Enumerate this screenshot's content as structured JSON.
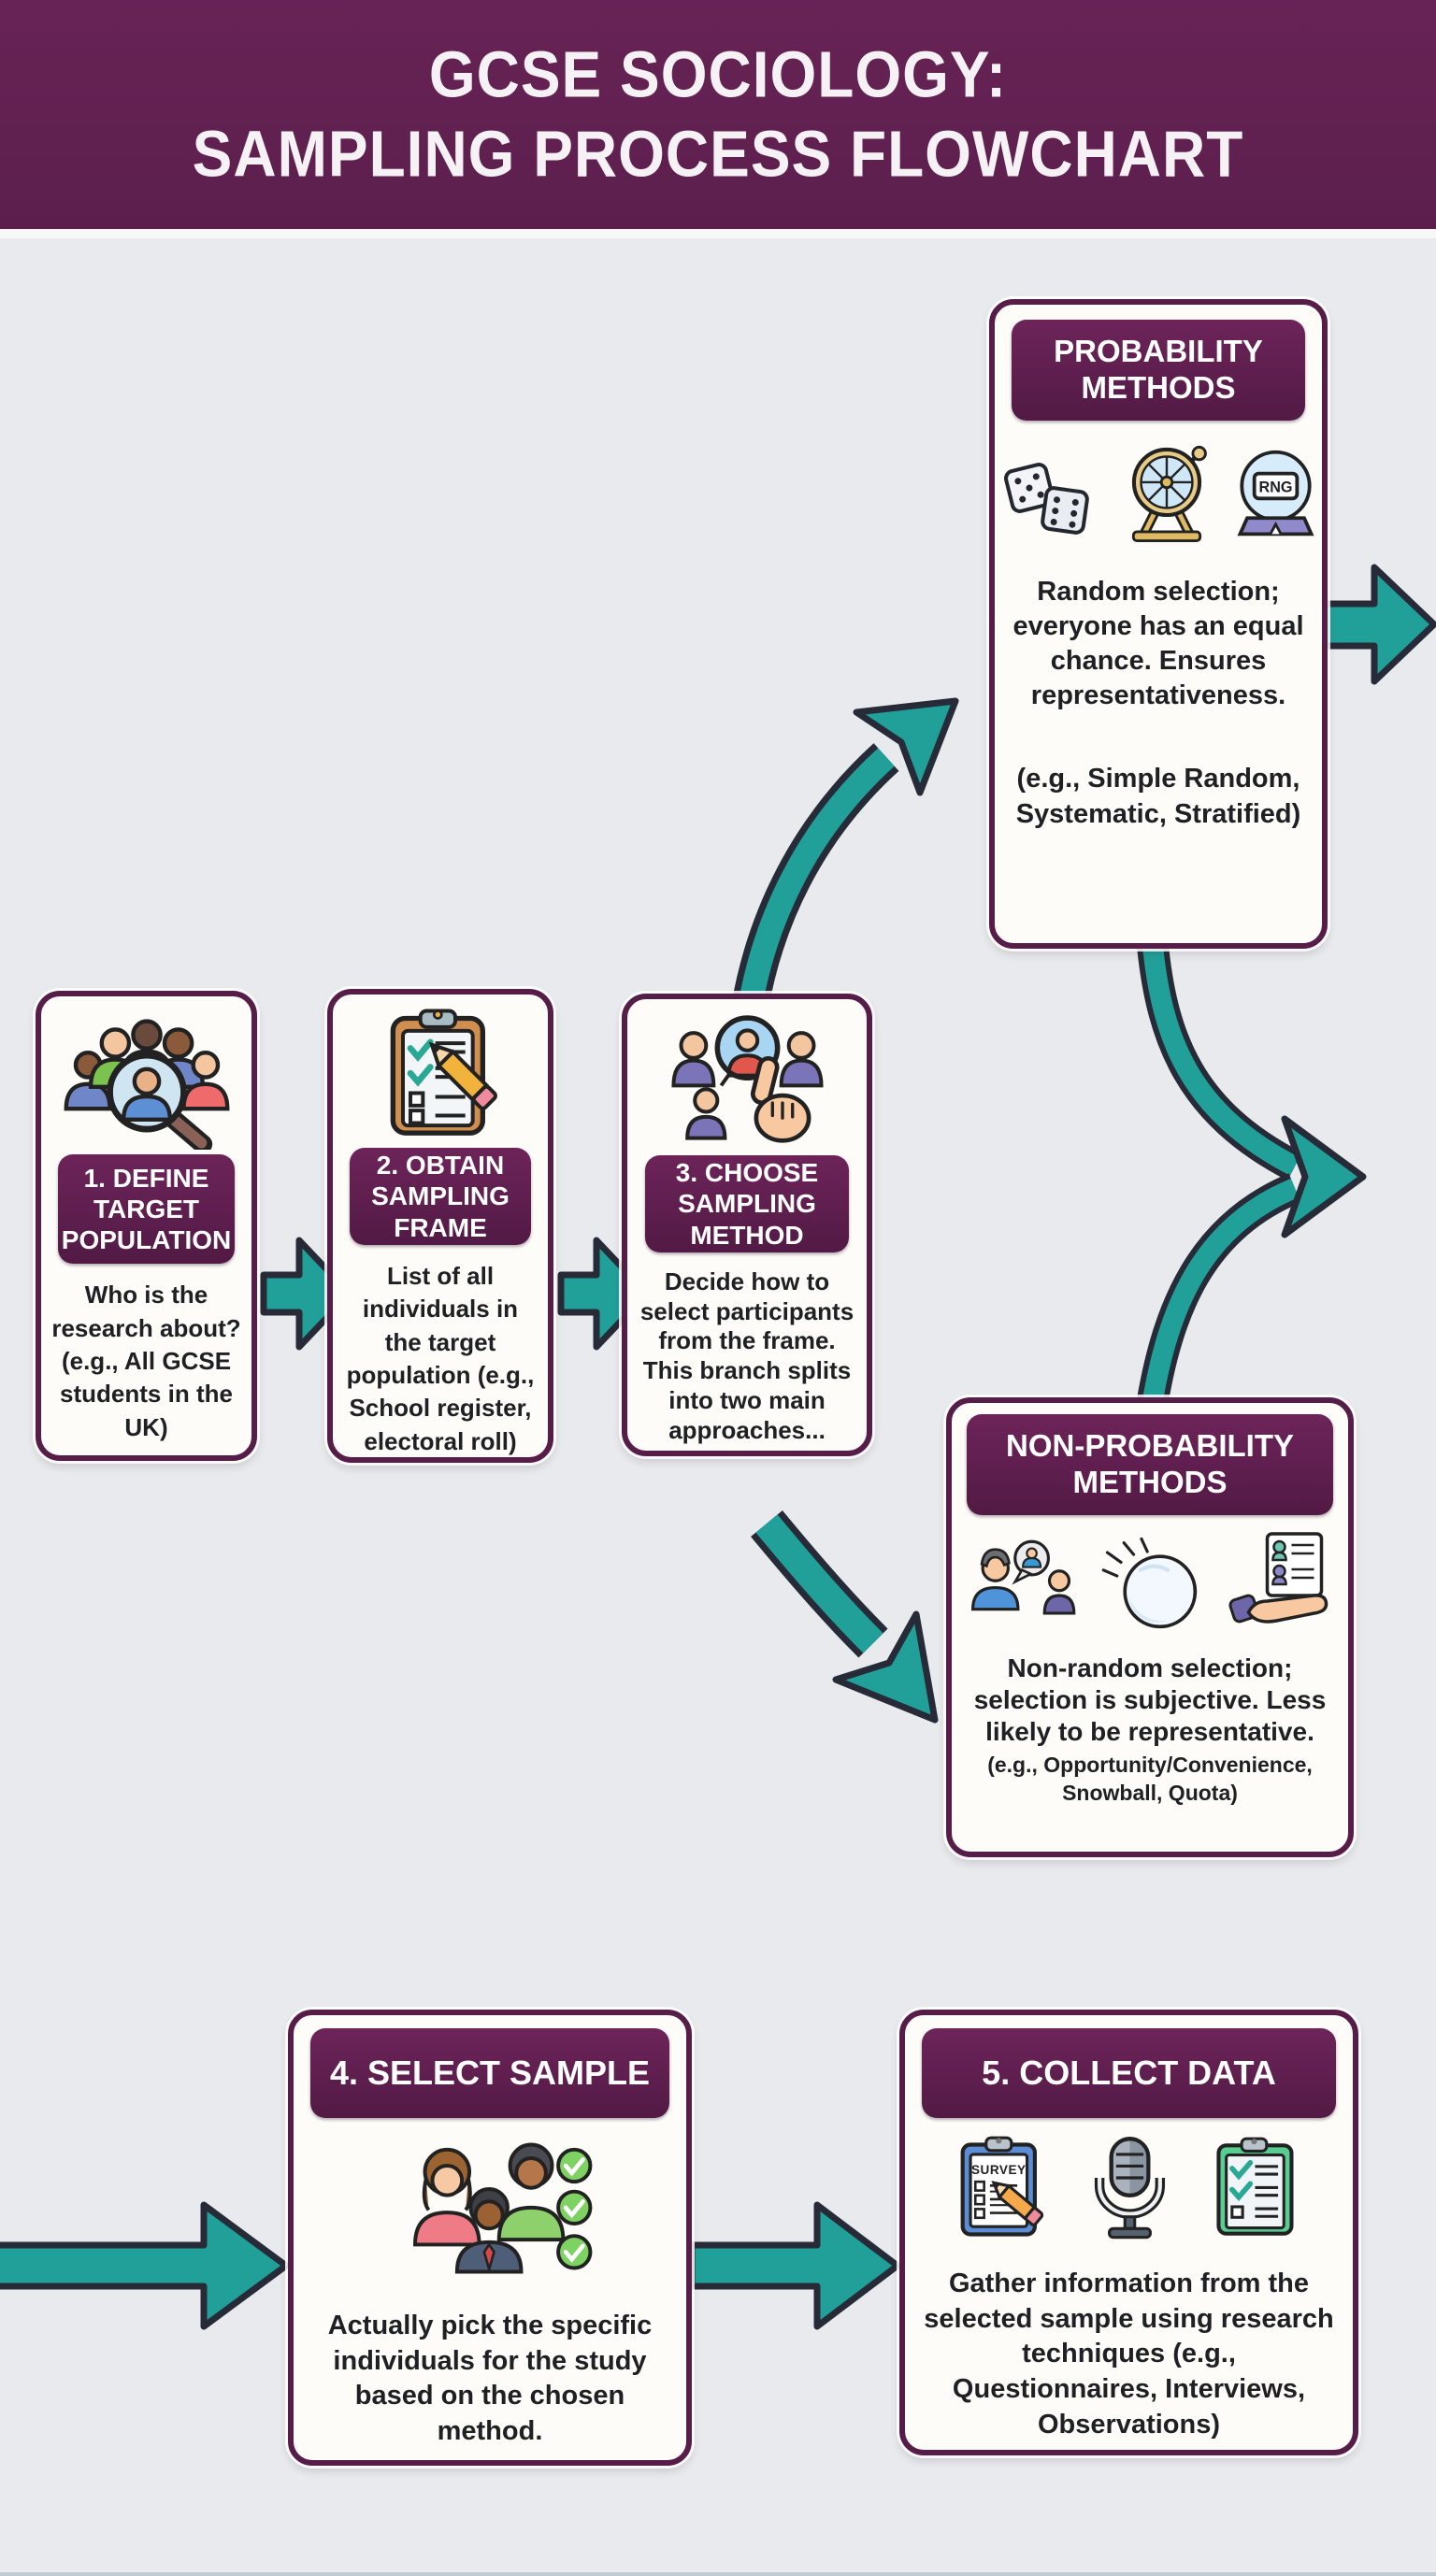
{
  "title": {
    "line1": "GCSE SOCIOLOGY:",
    "line2": "SAMPLING PROCESS FLOWCHART"
  },
  "step1": {
    "header": "1. DEFINE TARGET POPULATION",
    "body": "Who is the research about? (e.g., All GCSE students in the UK)"
  },
  "step2": {
    "header": "2. OBTAIN SAMPLING FRAME",
    "body": "List of all individuals in the target population (e.g., School register, electoral roll)"
  },
  "step3": {
    "header": "3. CHOOSE SAMPLING METHOD",
    "body": "Decide how to select participants from the frame. This branch splits into two main approaches..."
  },
  "probability": {
    "header": "PROBABILITY METHODS",
    "body": "Random selection; everyone has an equal chance. Ensures representativeness.",
    "examples": "(e.g., Simple Random, Systematic, Stratified)",
    "rng_label": "RNG"
  },
  "nonprobability": {
    "header": "NON-PROBABILITY METHODS",
    "body": "Non-random selection; selection is subjective. Less likely to be representative.",
    "examples": "(e.g., Opportunity/Convenience, Snowball, Quota)"
  },
  "step4": {
    "header": "4. SELECT SAMPLE",
    "body": "Actually pick the specific individuals for the study based on the chosen method."
  },
  "step5": {
    "header": "5. COLLECT DATA",
    "body": "Gather information from the selected sample using research techniques (e.g., Questionnaires, Interviews, Observations)",
    "survey_label": "SURVEY"
  },
  "icons": {
    "step1": "people-magnifier-icon",
    "step2": "clipboard-checklist-icon",
    "step3": "pick-person-icon",
    "probability": [
      "dice-icon",
      "spinning-wheel-icon",
      "rng-machine-icon"
    ],
    "nonprobability": [
      "conversation-icon",
      "snowball-icon",
      "hand-with-list-icon"
    ],
    "step4": "selected-people-checkmarks-icon",
    "step5": [
      "survey-clipboard-icon",
      "microphone-icon",
      "checklist-icon"
    ]
  },
  "colors": {
    "purple_dark": "#571d49",
    "purple_header": "#5f2050",
    "teal_arrow": "#21a099",
    "arrow_outline": "#272b37",
    "background": "#e8eaed",
    "card_background": "#fdfcf8",
    "body_text": "#1f2024"
  }
}
